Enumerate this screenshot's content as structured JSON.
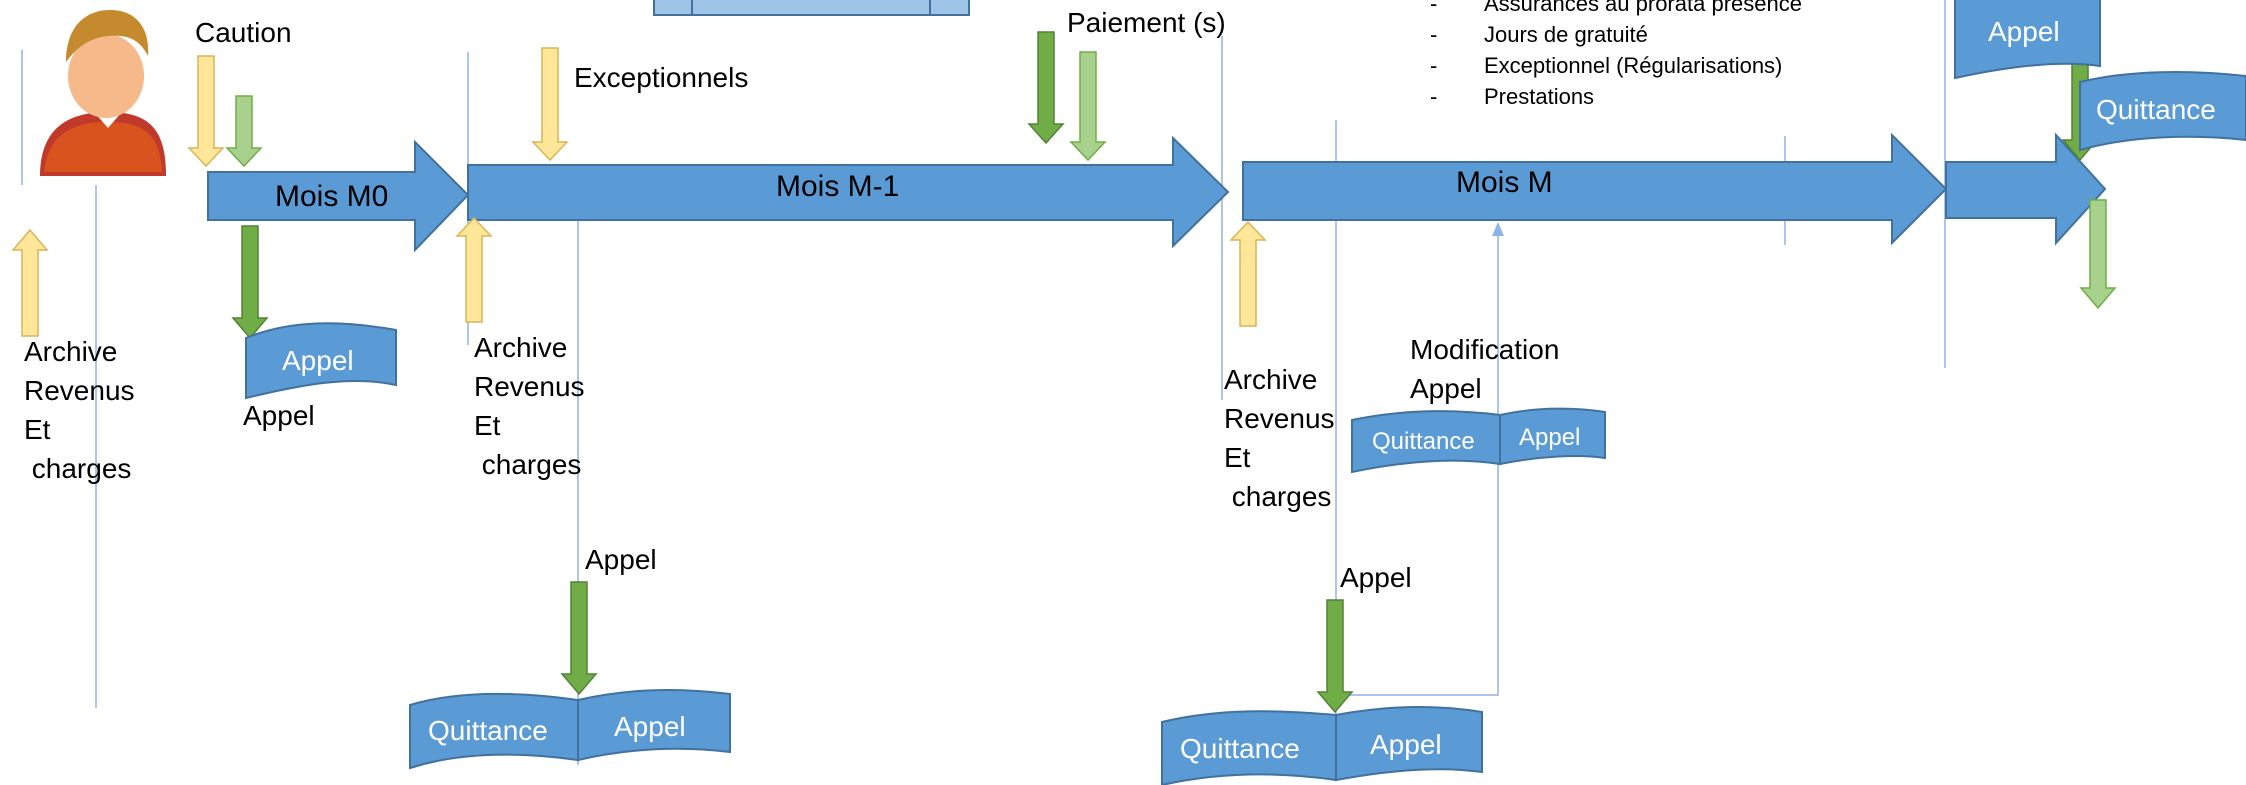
{
  "labels": {
    "caution": "Caution",
    "exceptionnels": "Exceptionnels",
    "paiement": "Paiement (s)",
    "appel_m0": "Appel",
    "appel_m1": "Appel",
    "appel_m": "Appel",
    "modification_appel": "Modification\nAppel"
  },
  "archives": [
    "Archive\nRevenus\nEt\n charges",
    "Archive\nRevenus\nEt\n charges",
    "Archive\nRevenus\nEt\n charges"
  ],
  "months": {
    "m0": "Mois M0",
    "m1": "Mois M-1",
    "m": "Mois M"
  },
  "bullets": [
    "Assurances au prorata présence",
    "Jours de gratuité",
    "Exceptionnel (Régularisations)",
    "Prestations"
  ],
  "bullet_marker": "-",
  "waves": {
    "appel_m0": "Appel",
    "quittance_m1": "Quittance",
    "appel_m1": "Appel",
    "quittance_m": "Quittance",
    "appel_m": "Appel",
    "quittance_mod": "Quittance",
    "appel_mod": "Appel",
    "appel_top": "Appel",
    "quittance_right": "Quittance"
  },
  "colors": {
    "blue": "#5b9bd5",
    "blue_dark": "#41719c",
    "blue_light": "#9dc3e6",
    "yellow": "#ffe699",
    "yellow_stroke": "#d6b656",
    "green_dark": "#70ad47",
    "green_light": "#a9d18e",
    "line": "#8fb4e3"
  }
}
